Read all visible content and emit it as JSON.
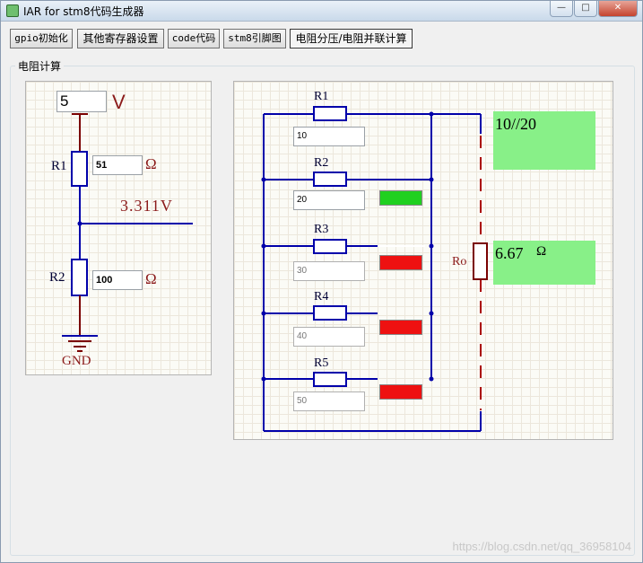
{
  "window": {
    "title": "IAR for stm8代码生成器",
    "min_glyph": "—",
    "max_glyph": "□",
    "close_glyph": "✕"
  },
  "tabs": [
    {
      "label": "gpio初始化"
    },
    {
      "label": "其他寄存器设置"
    },
    {
      "label": "code代码"
    },
    {
      "label": "stm8引脚图"
    },
    {
      "label": "电阻分压/电阻并联计算"
    }
  ],
  "group": {
    "label": "电阻计算"
  },
  "divider": {
    "voltage_value": "5",
    "voltage_unit": "V",
    "r1_label": "R1",
    "r1_value": "51",
    "r2_label": "R2",
    "r2_value": "100",
    "ohm_symbol": "Ω",
    "output_voltage": "3.311V",
    "gnd_label": "GND"
  },
  "parallel": {
    "resistors": [
      {
        "label": "R1",
        "value": "10",
        "active": true
      },
      {
        "label": "R2",
        "value": "20",
        "active": true
      },
      {
        "label": "R3",
        "value": "30",
        "active": false
      },
      {
        "label": "R4",
        "value": "40",
        "active": false
      },
      {
        "label": "R5",
        "value": "50",
        "active": false
      }
    ],
    "ro_label": "Ro",
    "formula": "10//20",
    "result_value": "6.67",
    "result_unit": "Ω",
    "colors": {
      "on": "#20d020",
      "off": "#ee1111",
      "result_bg": "#88f088",
      "wire": "#0000aa",
      "inactive_wire": "#aa0000"
    }
  },
  "watermark": "https://blog.csdn.net/qq_36958104"
}
